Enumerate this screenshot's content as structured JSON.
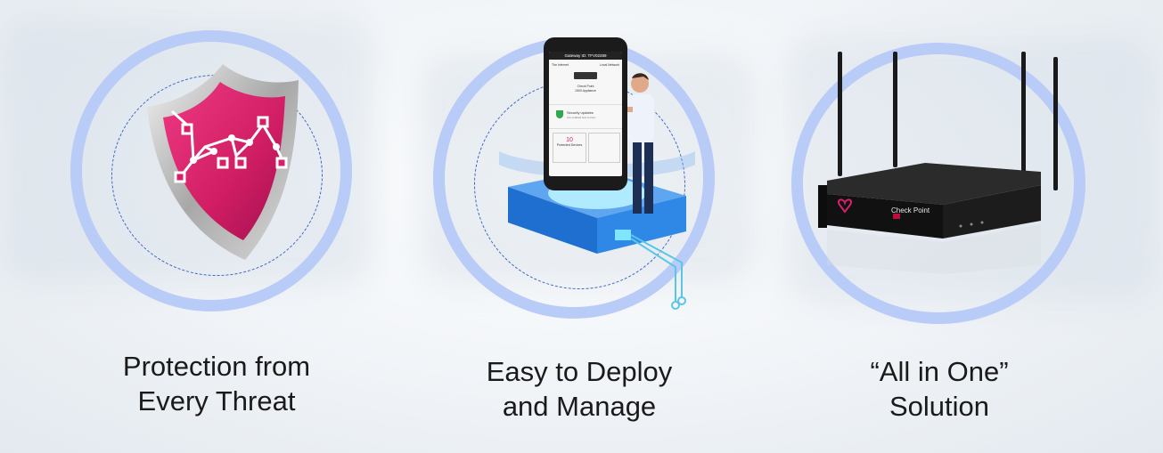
{
  "features": [
    {
      "id": "protection",
      "line1": "Protection from",
      "line2": "Every Threat",
      "icon": "shield-icon"
    },
    {
      "id": "deploy",
      "line1": "Easy to Deploy",
      "line2": "and Manage",
      "icon": "smartphone-app-icon"
    },
    {
      "id": "allinone",
      "line1": "“All in One”",
      "line2": "Solution",
      "icon": "router-appliance-icon"
    }
  ],
  "phone": {
    "header": "Gateway ID: TFV02289",
    "left_node": "The Internet",
    "right_node": "Local Network",
    "device_name": "Check Point",
    "device_model": "1500 Appliance",
    "updates_title": "Security updates",
    "updates_sub": "Are enabled and current",
    "protected_count": "10",
    "protected_label": "Protected Devices"
  },
  "router": {
    "brand": "Check Point"
  },
  "colors": {
    "ring": "#b9cbf7",
    "dotted": "#3b63c4",
    "shield": "#d8206a",
    "text": "#1a1a1a"
  }
}
